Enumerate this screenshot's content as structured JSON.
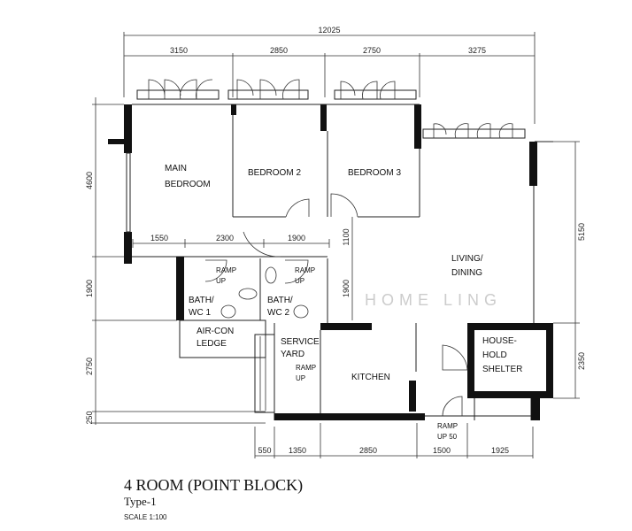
{
  "title": "4 ROOM (POINT BLOCK)",
  "subtitle": "Type-1",
  "scale": "SCALE 1:100",
  "watermark": "HOME LING",
  "dimensions": {
    "top_total": "12025",
    "top": [
      "3150",
      "2850",
      "2750",
      "3275"
    ],
    "left": [
      "4600",
      "1900",
      "2750",
      "250"
    ],
    "right": [
      "5150",
      "2350"
    ],
    "bottom": [
      "550",
      "1350",
      "2850",
      "1500",
      "1925"
    ],
    "interior_horizontal": [
      "1550",
      "2300",
      "1900"
    ],
    "interior_vertical": [
      "1100",
      "1900"
    ]
  },
  "rooms": {
    "main_bedroom": [
      "MAIN",
      "BEDROOM"
    ],
    "bedroom_2": "BEDROOM 2",
    "bedroom_3": "BEDROOM 3",
    "living_dining": [
      "LIVING/",
      "DINING"
    ],
    "household_shelter": [
      "HOUSE-",
      "HOLD",
      "SHELTER"
    ],
    "kitchen": "KITCHEN",
    "service_yard": [
      "SERVICE",
      "YARD"
    ],
    "bath_wc_1": [
      "BATH/",
      "WC  1"
    ],
    "bath_wc_2": [
      "BATH/",
      "WC  2"
    ],
    "aircon_ledge": [
      "AIR-CON",
      "LEDGE"
    ]
  },
  "ramps": {
    "wc1": [
      "RAMP",
      "UP"
    ],
    "wc2": [
      "RAMP",
      "UP"
    ],
    "service_yard": [
      "RAMP",
      "UP"
    ],
    "entrance": [
      "RAMP",
      "UP  50"
    ]
  }
}
